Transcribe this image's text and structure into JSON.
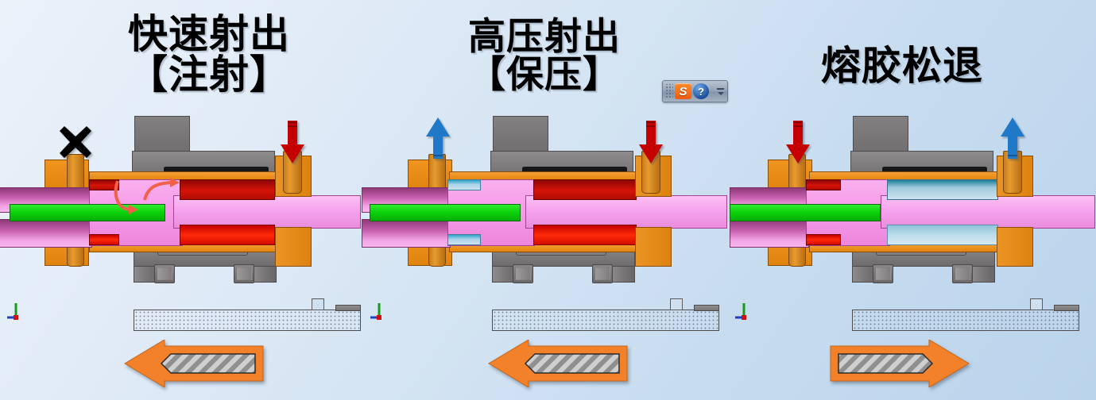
{
  "slide": {
    "background_top_color": "#eaf2fa",
    "background_bottom_color": "#bad4ec",
    "panel_count": 3
  },
  "titles": [
    {
      "id": "title-1",
      "line1": "快速射出",
      "line2": "【注射】",
      "color": "#000000"
    },
    {
      "id": "title-2",
      "line1": "高压射出",
      "line2": "【保压】",
      "color": "#000000"
    },
    {
      "id": "title-3",
      "line1": "熔胶松退",
      "line2": "",
      "color": "#000000"
    }
  ],
  "ime_toolbar": {
    "grip": "drag-grip",
    "logo_label": "S",
    "help_label": "?",
    "minimize_label": "",
    "dropdown_label": "",
    "logo_color": "#ef5a10",
    "help_color": "#1b4f9c"
  },
  "panels": [
    {
      "name": "panel-1",
      "stage": "快速射出【注射】",
      "left_port": {
        "marker": "x-mark",
        "marker_color": "#000000",
        "state": "blocked"
      },
      "right_port": {
        "marker": "arrow-down",
        "marker_color": "#c40000",
        "state": "pressure-in"
      },
      "oil_color": "#ff2a08",
      "piston_color": "#f79bea",
      "rod_color": "#0bd40b",
      "motion": {
        "direction": "left",
        "color": "#f2812a"
      },
      "flow_arrows": true
    },
    {
      "name": "panel-2",
      "stage": "高压射出【保压】",
      "left_port": {
        "marker": "arrow-up",
        "marker_color": "#1f78c8",
        "state": "return-out"
      },
      "right_port": {
        "marker": "arrow-down",
        "marker_color": "#c40000",
        "state": "pressure-in"
      },
      "oil_color": "#ff2a08",
      "return_color": "#2da3c8",
      "piston_color": "#f79bea",
      "rod_color": "#0bd40b",
      "motion": {
        "direction": "left",
        "color": "#f2812a"
      },
      "flow_arrows": false
    },
    {
      "name": "panel-3",
      "stage": "熔胶松退",
      "left_port": {
        "marker": "arrow-down",
        "marker_color": "#c40000",
        "state": "pressure-in"
      },
      "right_port": {
        "marker": "arrow-up",
        "marker_color": "#1f78c8",
        "state": "return-out"
      },
      "oil_color": "#ff2a08",
      "return_color": "#2da3c8",
      "piston_color": "#f79bea",
      "rod_color": "#0bd40b",
      "motion": {
        "direction": "right",
        "color": "#f2812a"
      },
      "flow_arrows": false
    }
  ],
  "triad": {
    "x_axis_color": "#2040c0",
    "y_axis_color": "#1a9a1a",
    "origin_color": "#d01010"
  }
}
